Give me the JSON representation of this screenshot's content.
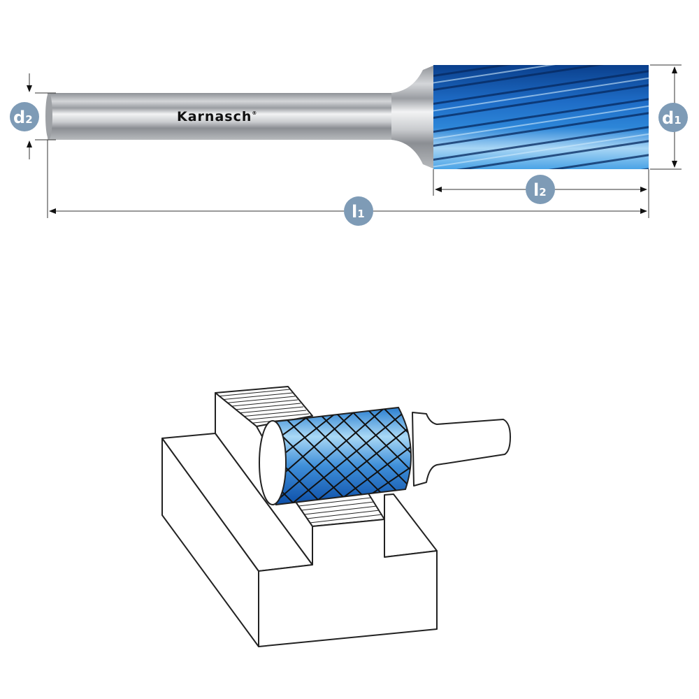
{
  "product_drawing": {
    "brand": "Karnasch",
    "brand_mark": "®",
    "dimensions": [
      {
        "id": "d2",
        "letter": "d",
        "index": "2"
      },
      {
        "id": "d1",
        "letter": "d",
        "index": "1"
      },
      {
        "id": "l2",
        "letter": "l",
        "index": "2"
      },
      {
        "id": "l1",
        "letter": "l",
        "index": "1"
      }
    ]
  },
  "colors": {
    "badge": "#7e9bb6",
    "coating_blue": "#1f6fc4",
    "shank_gray": "#b9bcc0"
  }
}
